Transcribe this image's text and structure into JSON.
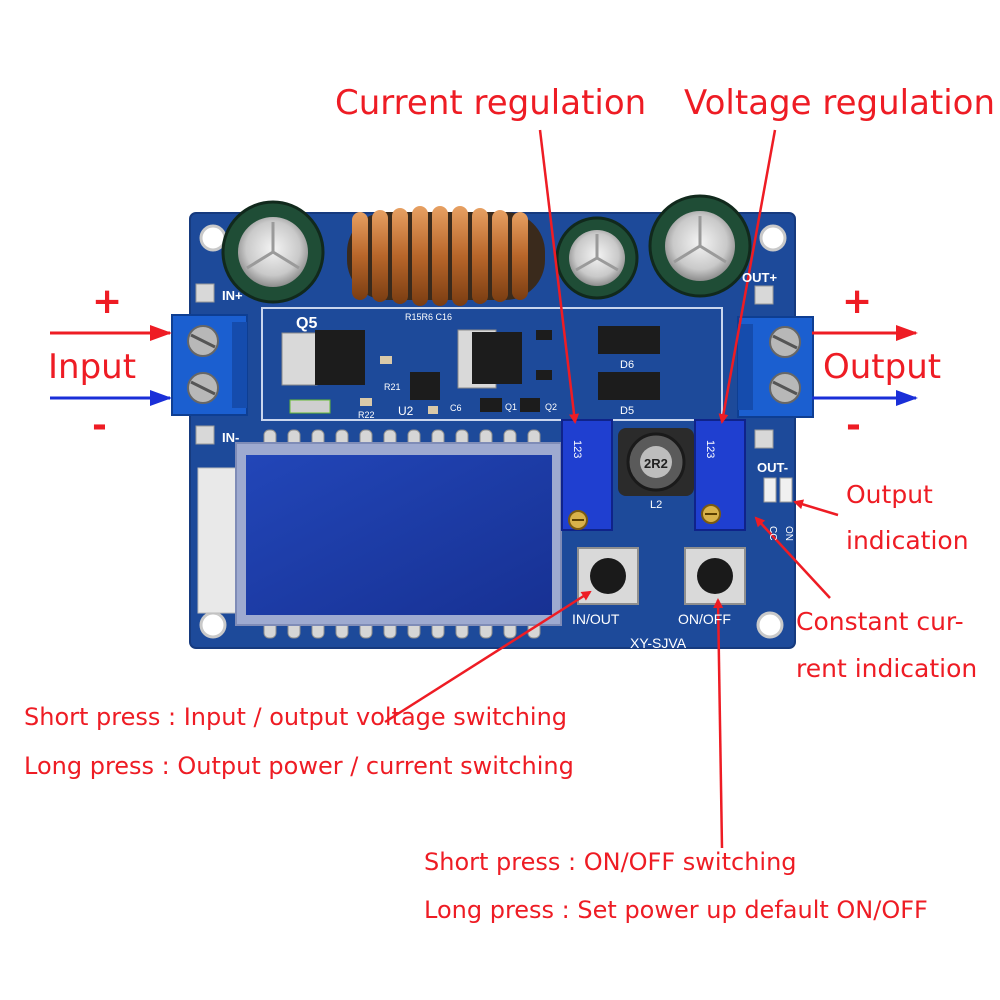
{
  "labels": {
    "current_regulation": "Current regulation",
    "voltage_regulation": "Voltage regulation",
    "input": "Input",
    "output": "Output",
    "input_plus": "+",
    "input_minus": "-",
    "output_plus": "+",
    "output_minus": "-",
    "output_indication_1": "Output",
    "output_indication_2": "indication",
    "constant_current_1": "Constant cur-",
    "constant_current_2": "rent indication",
    "in_out_short": "Short press : Input / output voltage switching",
    "in_out_long": "Long press : Output power / current switching",
    "onoff_short": "Short press : ON/OFF switching",
    "onoff_long": "Long press : Set power up default ON/OFF"
  },
  "board": {
    "q5": "Q5",
    "in_plus": "IN+",
    "in_minus": "IN-",
    "out_plus": "OUT+",
    "out_minus": "OUT-",
    "r15_r6_c16": "R15R6 C16",
    "r21": "R21",
    "r22": "R22",
    "u2": "U2",
    "c6": "C6",
    "q1": "Q1",
    "q2": "Q2",
    "d6": "D6",
    "d5": "D5",
    "l2": "L2",
    "inductor_code": "2R2",
    "pot_left_code": "123",
    "pot_right_code": "123",
    "btn_in_out": "IN/OUT",
    "btn_on_off": "ON/OFF",
    "model": "XY-SJVA",
    "cc": "CC",
    "on": "ON"
  },
  "colors": {
    "annotation_red": "#ee1c24",
    "arrow_blue": "#1a2fd8",
    "pcb_blue": "#1d4a9a",
    "lcd_blue": "#1f3fb0"
  }
}
